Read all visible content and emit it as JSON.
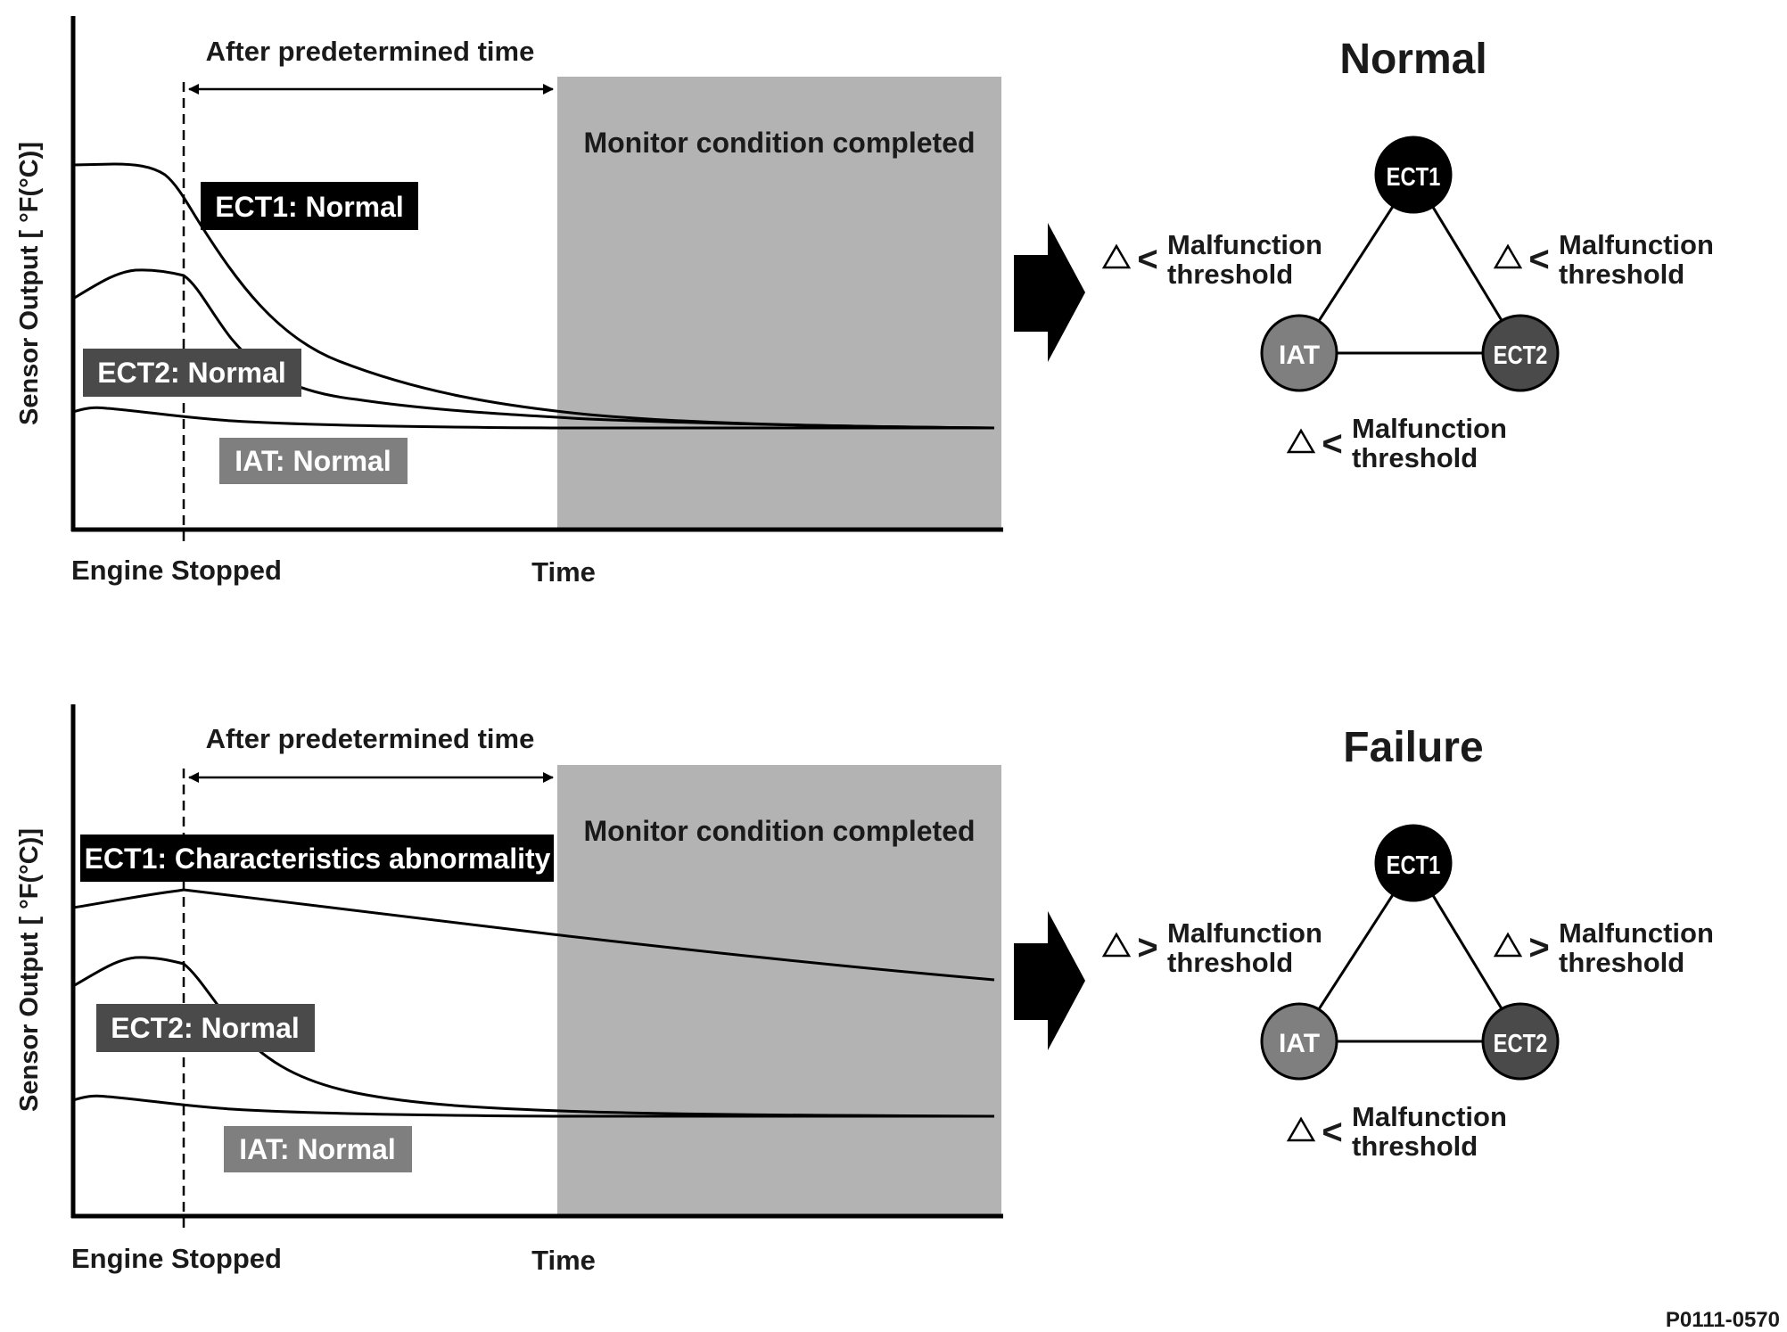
{
  "figure_id": "P0111-0570",
  "panels": [
    {
      "key": "normal",
      "y_axis_label": "Sensor Output [ °F(°C)]",
      "x_start_label": "Engine Stopped",
      "x_end_label": "Time",
      "interval_label": "After predetermined time",
      "shaded_region_label": "Monitor condition completed",
      "series_labels": {
        "ect1": "ECT1: Normal",
        "ect2": "ECT2: Normal",
        "iat": "IAT: Normal"
      },
      "status_title": "Normal",
      "triangle": {
        "nodes": {
          "ect1": "ECT1",
          "ect2": "ECT2",
          "iat": "IAT"
        },
        "edges": {
          "left": {
            "comparator": "<",
            "line1": "Malfunction",
            "line2": "threshold"
          },
          "right": {
            "comparator": "<",
            "line1": "Malfunction",
            "line2": "threshold"
          },
          "bottom": {
            "comparator": "<",
            "line1": "Malfunction",
            "line2": "threshold"
          }
        }
      }
    },
    {
      "key": "failure",
      "y_axis_label": "Sensor Output [ °F(°C)]",
      "x_start_label": "Engine Stopped",
      "x_end_label": "Time",
      "interval_label": "After predetermined time",
      "shaded_region_label": "Monitor condition completed",
      "series_labels": {
        "ect1": "ECT1: Characteristics abnormality",
        "ect2": "ECT2: Normal",
        "iat": "IAT: Normal"
      },
      "status_title": "Failure",
      "triangle": {
        "nodes": {
          "ect1": "ECT1",
          "ect2": "ECT2",
          "iat": "IAT"
        },
        "edges": {
          "left": {
            "comparator": ">",
            "line1": "Malfunction",
            "line2": "threshold"
          },
          "right": {
            "comparator": ">",
            "line1": "Malfunction",
            "line2": "threshold"
          },
          "bottom": {
            "comparator": "<",
            "line1": "Malfunction",
            "line2": "threshold"
          }
        }
      }
    }
  ],
  "colors": {
    "ect1": "#000000",
    "ect2": "#4a4a4a",
    "iat": "#7f7f7f",
    "shaded_region": "#b3b3b3",
    "line": "#000000"
  }
}
